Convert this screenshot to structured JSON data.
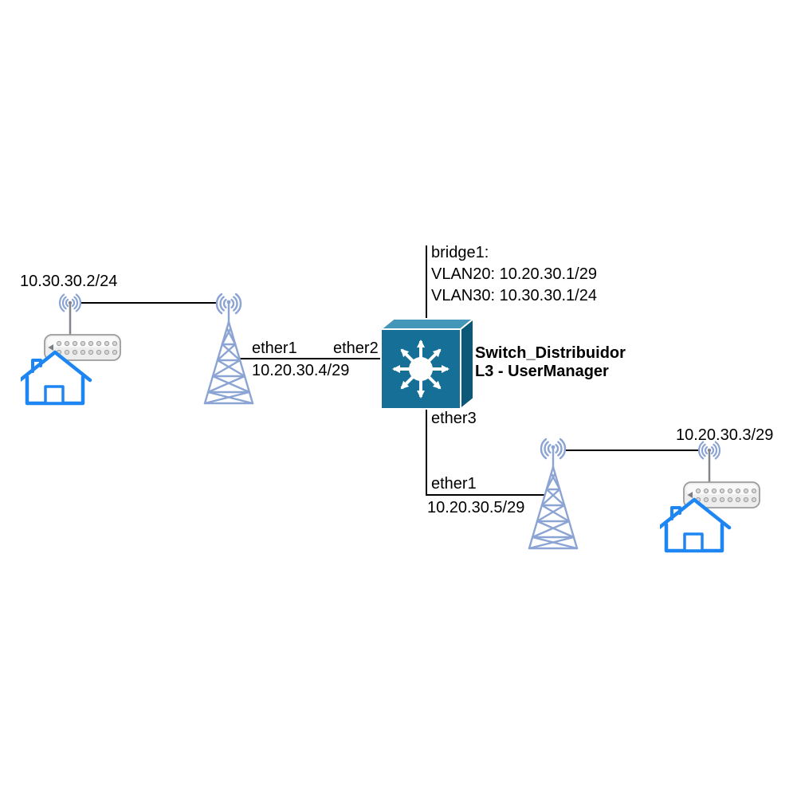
{
  "diagram": {
    "colors": {
      "line": "#000000",
      "switch_front": "#156f96",
      "switch_top": "#4497b9",
      "switch_side": "#0b5878",
      "tower": "#8ba4d3",
      "house": "#1d86f2",
      "antenna": "#82868c",
      "router_body": "#ededed",
      "router_border": "#9c9c9c",
      "router_dot": "#d6d6d6"
    },
    "switch": {
      "title": "Switch_Distribuidor",
      "subtitle": "L3 - UserManager",
      "bridge": {
        "line1": "bridge1:",
        "line2": "VLAN20: 10.20.30.1/29",
        "line3": "VLAN30: 10.30.30.1/24"
      },
      "port_left": "ether2",
      "port_bottom": "ether3"
    },
    "left_link": {
      "cpe_ip": "10.30.30.2/24",
      "tower_port": "ether1",
      "tower_ip": "10.20.30.4/29"
    },
    "bottom_link": {
      "tower_port": "ether1",
      "tower_ip": "10.20.30.5/29",
      "cpe_ip": "10.20.30.3/29"
    },
    "icons": {
      "switch": "l3-switch-cube-with-radiating-arrows",
      "tower": "radio-tower-with-wifi-waves",
      "cpe": "home-house-with-wireless-router"
    }
  }
}
